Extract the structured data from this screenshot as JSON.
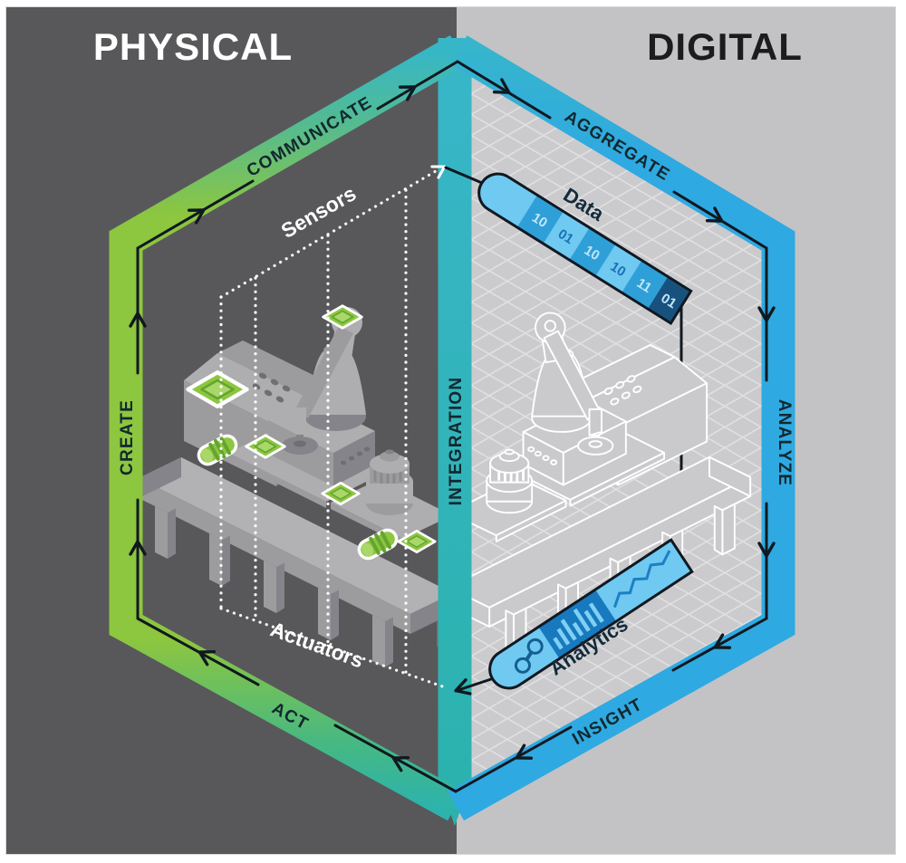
{
  "scene": {
    "left_label": "PHYSICAL",
    "right_label": "DIGITAL"
  },
  "loop_bands": {
    "create": "CREATE",
    "communicate": "COMMUNICATE",
    "aggregate": "AGGREGATE",
    "analyze": "ANALYZE",
    "insight": "INSIGHT",
    "act": "ACT",
    "integration": "INTEGRATION"
  },
  "physical_annotations": {
    "sensors": "Sensors",
    "actuators": "Actuators"
  },
  "digital_annotations": {
    "data_label": "Data",
    "data_bits": [
      "10",
      "01",
      "10",
      "10",
      "11",
      "01"
    ],
    "analytics_label": "Analytics"
  },
  "colors": {
    "physical_bg": "#58585a",
    "digital_bg": "#c3c3c5",
    "green": "#8dc63f",
    "teal": "#2bb3b1",
    "blue": "#2fa9e1",
    "navy_text": "#12282f",
    "pill_light": "#6fc9f1",
    "pill_medium": "#2f9fd8",
    "pill_dark": "#19517e",
    "accent_green_dark": "#63a52e"
  }
}
